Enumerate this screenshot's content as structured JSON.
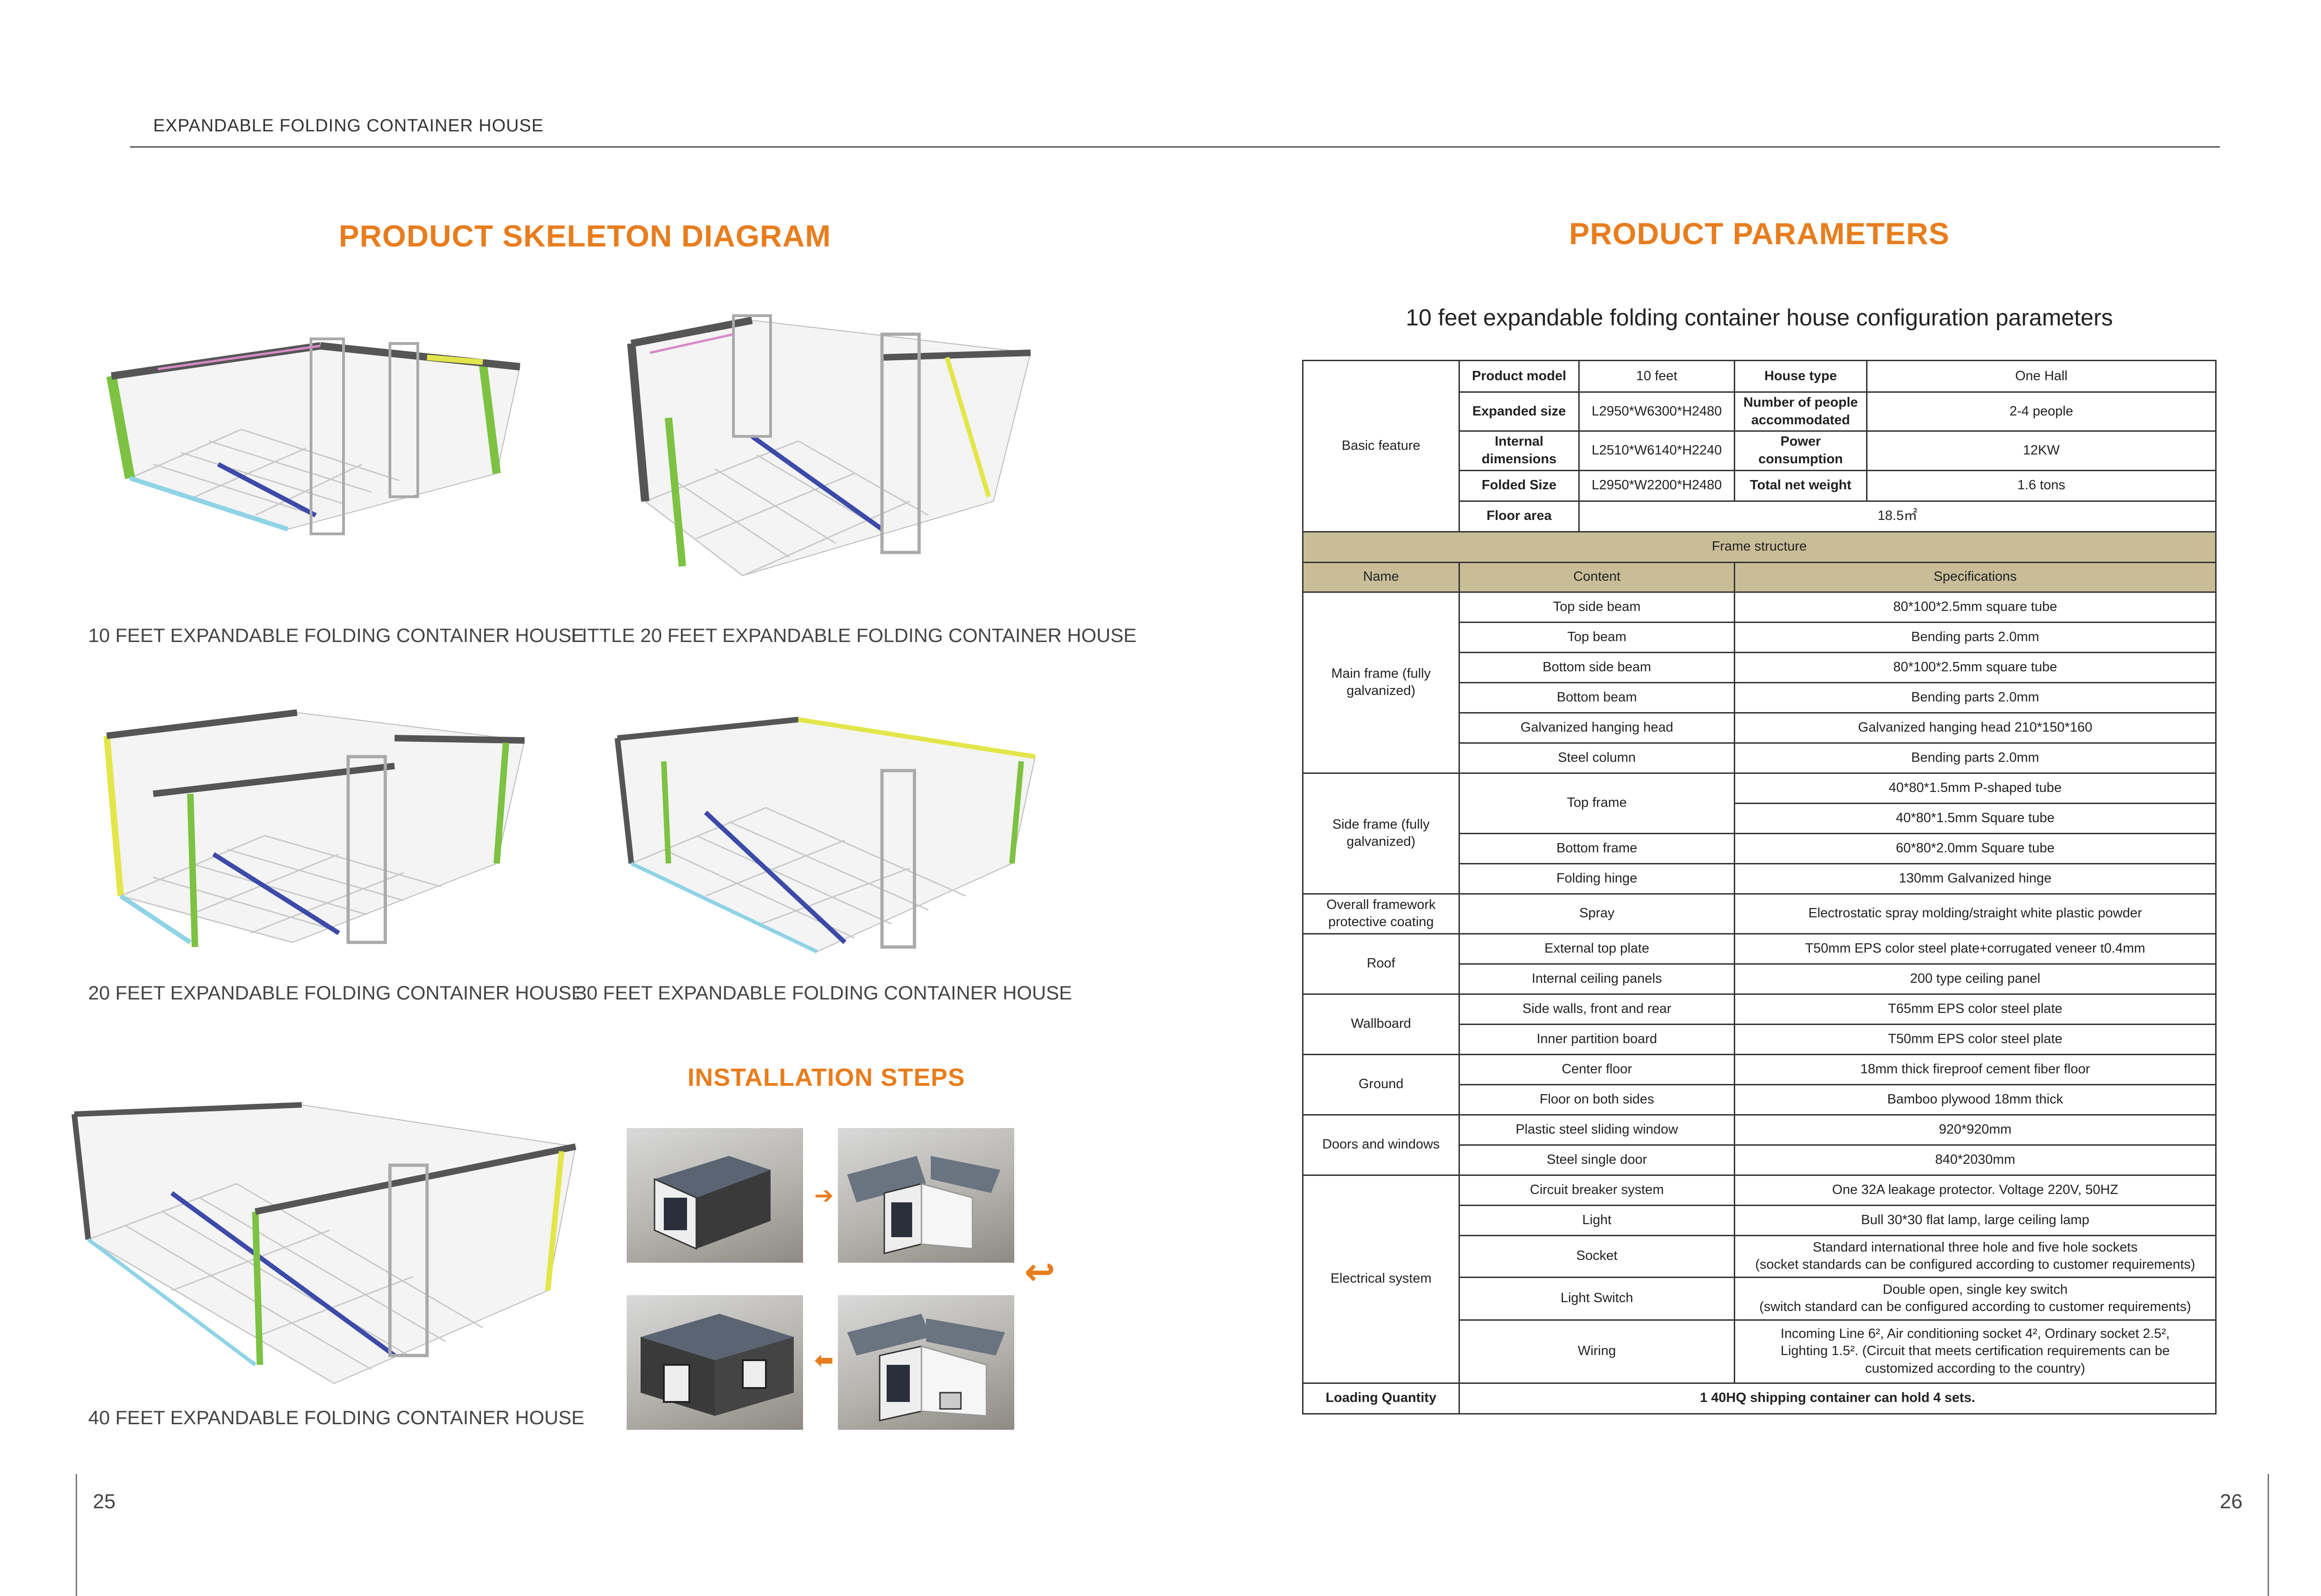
{
  "header": {
    "title": "EXPANDABLE FOLDING CONTAINER HOUSE"
  },
  "left_page": {
    "title": "PRODUCT SKELETON DIAGRAM",
    "captions": [
      "10 FEET EXPANDABLE FOLDING CONTAINER HOUSE",
      "LITTLE 20 FEET EXPANDABLE FOLDING CONTAINER HOUSE",
      "20 FEET EXPANDABLE FOLDING CONTAINER HOUSE",
      "30 FEET EXPANDABLE FOLDING CONTAINER HOUSE",
      "40 FEET EXPANDABLE FOLDING CONTAINER HOUSE"
    ],
    "installation_title": "INSTALLATION STEPS",
    "page_number": "25"
  },
  "right_page": {
    "title": "PRODUCT PARAMETERS",
    "subtitle": "10 feet expandable folding container house configuration parameters",
    "page_number": "26",
    "basic": {
      "group": "Basic feature",
      "rows": [
        {
          "k1": "Product model",
          "v1": "10 feet",
          "k2": "House type",
          "v2": "One Hall"
        },
        {
          "k1": "Expanded size",
          "v1": "L2950*W6300*H2480",
          "k2": "Number of people accommodated",
          "v2": "2-4 people"
        },
        {
          "k1": "Internal dimensions",
          "v1": "L2510*W6140*H2240",
          "k2": "Power consumption",
          "v2": "12KW"
        },
        {
          "k1": "Folded Size",
          "v1": "L2950*W2200*H2480",
          "k2": "Total net weight",
          "v2": "1.6 tons"
        }
      ],
      "floor_area_label": "Floor area",
      "floor_area_value": "18.5㎡"
    },
    "frame_band": "Frame structure",
    "columns": [
      "Name",
      "Content",
      "Specifications"
    ],
    "groups": {
      "main_frame": {
        "name": "Main frame (fully galvanized)",
        "rows": [
          {
            "c": "Top side beam",
            "s": "80*100*2.5mm square tube"
          },
          {
            "c": "Top beam",
            "s": "Bending parts 2.0mm"
          },
          {
            "c": "Bottom side beam",
            "s": "80*100*2.5mm square tube"
          },
          {
            "c": "Bottom beam",
            "s": "Bending parts 2.0mm"
          },
          {
            "c": "Galvanized hanging head",
            "s": "Galvanized hanging head 210*150*160"
          },
          {
            "c": "Steel column",
            "s": "Bending parts 2.0mm"
          }
        ]
      },
      "side_frame": {
        "name": "Side frame (fully galvanized)",
        "top_frame": "Top frame",
        "top_frame_specs": [
          "40*80*1.5mm P-shaped tube",
          "40*80*1.5mm Square tube"
        ],
        "rows": [
          {
            "c": "Bottom frame",
            "s": "60*80*2.0mm Square tube"
          },
          {
            "c": "Folding hinge",
            "s": "130mm Galvanized hinge"
          }
        ]
      },
      "coating": {
        "name": "Overall framework protective coating",
        "c": "Spray",
        "s": "Electrostatic spray molding/straight white plastic powder"
      },
      "roof": {
        "name": "Roof",
        "rows": [
          {
            "c": "External top plate",
            "s": "T50mm EPS color steel plate+corrugated veneer t0.4mm"
          },
          {
            "c": "Internal ceiling panels",
            "s": "200 type ceiling panel"
          }
        ]
      },
      "wallboard": {
        "name": "Wallboard",
        "rows": [
          {
            "c": "Side walls, front and rear",
            "s": "T65mm EPS color steel plate"
          },
          {
            "c": "Inner partition board",
            "s": "T50mm EPS color steel plate"
          }
        ]
      },
      "ground": {
        "name": "Ground",
        "rows": [
          {
            "c": "Center floor",
            "s": "18mm thick fireproof cement fiber floor"
          },
          {
            "c": "Floor on both sides",
            "s": "Bamboo plywood 18mm thick"
          }
        ]
      },
      "doors": {
        "name": "Doors and windows",
        "rows": [
          {
            "c": "Plastic steel sliding window",
            "s": "920*920mm"
          },
          {
            "c": "Steel single door",
            "s": "840*2030mm"
          }
        ]
      },
      "electrical": {
        "name": "Electrical system",
        "rows": [
          {
            "c": "Circuit breaker system",
            "s": "One 32A leakage protector. Voltage 220V, 50HZ"
          },
          {
            "c": "Light",
            "s": "Bull 30*30 flat lamp, large ceiling lamp"
          },
          {
            "c": "Socket",
            "s1": "Standard international three hole and five hole sockets",
            "s2": "(socket standards can be configured according to customer requirements)"
          },
          {
            "c": "Light Switch",
            "s1": "Double open, single key switch",
            "s2": "(switch standard can be configured according to customer requirements)"
          },
          {
            "c": "Wiring",
            "s1": "Incoming Line 6², Air conditioning socket 4², Ordinary socket 2.5²,",
            "s2": "Lighting 1.5². (Circuit that meets certification requirements can be",
            "s3": "customized according to the country)"
          }
        ]
      }
    },
    "loading": {
      "label": "Loading Quantity",
      "value": "1 40HQ shipping container can hold 4 sets."
    }
  },
  "colors": {
    "accent": "#e87d1e",
    "band": "#c9bd98",
    "frame_green": "#7dc242",
    "frame_yellow": "#e3e64a",
    "frame_pink": "#d88ac8",
    "frame_blue": "#3c4aa8",
    "frame_dark": "#555555"
  }
}
